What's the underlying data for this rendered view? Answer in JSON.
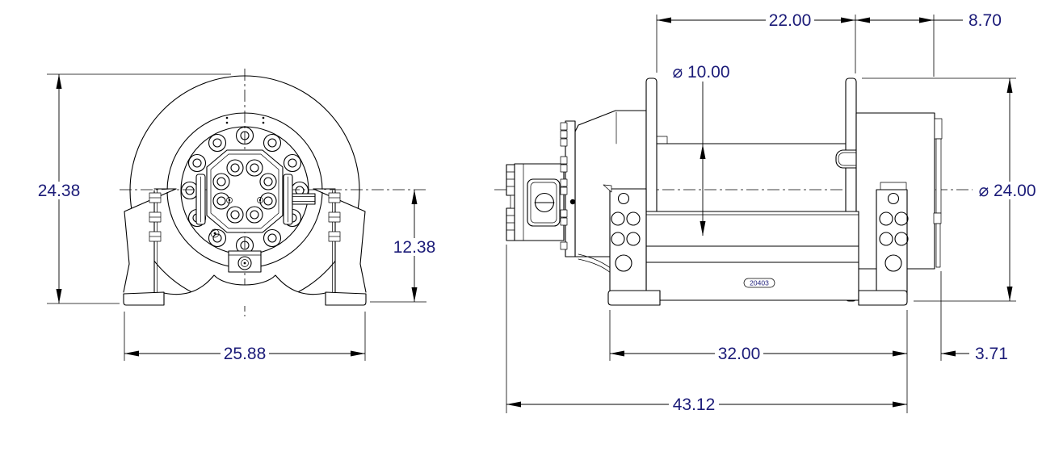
{
  "drawing": {
    "type": "engineering-dimension-drawing",
    "subject": "hydraulic winch, two orthographic views",
    "part_label": "20403",
    "colors": {
      "line": "#000000",
      "dimension_text": "#1b1b78",
      "background": "#ffffff"
    },
    "front_view": {
      "name": "front end view",
      "dims": {
        "overall_height": "24.38",
        "centerline_height": "12.38",
        "base_width": "25.88"
      }
    },
    "side_view": {
      "name": "side elevation view",
      "dims": {
        "drum_length": "22.00",
        "end_offset": "8.70",
        "barrel_diameter": "⌀ 10.00",
        "flange_diameter": "⌀ 24.00",
        "foot_span": "32.00",
        "end_overhang": "3.71",
        "overall_length": "43.12"
      }
    }
  }
}
